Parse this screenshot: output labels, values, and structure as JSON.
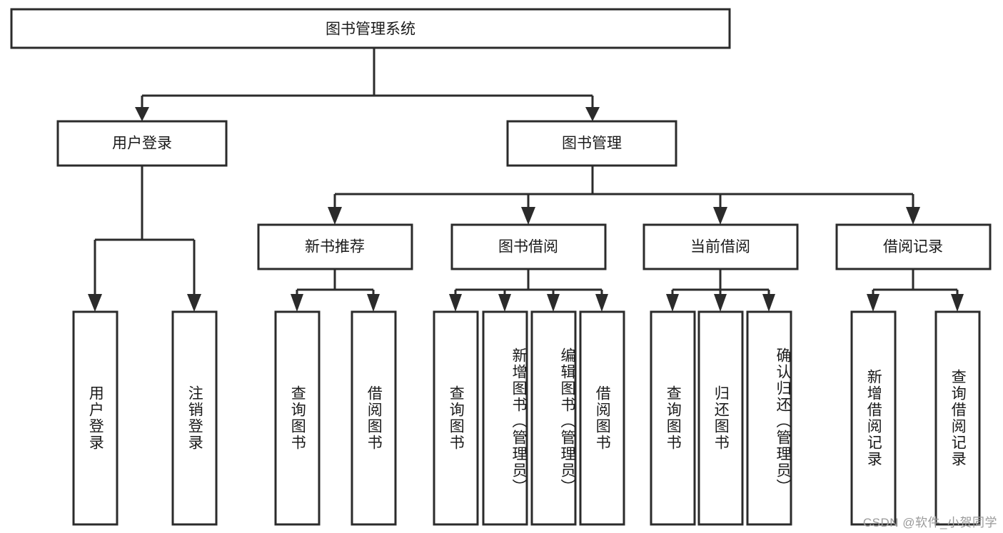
{
  "diagram": {
    "title": "图书管理系统",
    "type": "tree",
    "orientation": "top-down",
    "watermark": "CSDN @软件_小贺同学",
    "colors": {
      "box_fill": "#ffffff",
      "box_stroke": "#2b2b2b",
      "text": "#1a1a1a",
      "watermark": "#9a9a9a",
      "background": "#ffffff"
    },
    "root": {
      "label": "图书管理系统"
    },
    "level2": [
      {
        "id": "user-login",
        "label": "用户登录"
      },
      {
        "id": "book-manage",
        "label": "图书管理"
      }
    ],
    "level3": [
      {
        "id": "new-book-recommend",
        "label": "新书推荐",
        "parent": "book-manage"
      },
      {
        "id": "book-borrow",
        "label": "图书借阅",
        "parent": "book-manage"
      },
      {
        "id": "current-borrow",
        "label": "当前借阅",
        "parent": "book-manage"
      },
      {
        "id": "borrow-record",
        "label": "借阅记录",
        "parent": "book-manage"
      }
    ],
    "leaves": {
      "user-login": [
        {
          "id": "leaf-user-login",
          "label": "用户登录"
        },
        {
          "id": "leaf-user-logout",
          "label": "注销登录"
        }
      ],
      "new-book-recommend": [
        {
          "id": "leaf-query-book-1",
          "label": "查询图书"
        },
        {
          "id": "leaf-borrow-book-1",
          "label": "借阅图书"
        }
      ],
      "book-borrow": [
        {
          "id": "leaf-query-book-2",
          "label": "查询图书"
        },
        {
          "id": "leaf-add-book-admin",
          "label": "新增图书（管理员）"
        },
        {
          "id": "leaf-edit-book-admin",
          "label": "编辑图书（管理员）"
        },
        {
          "id": "leaf-borrow-book-2",
          "label": "借阅图书"
        }
      ],
      "current-borrow": [
        {
          "id": "leaf-query-book-3",
          "label": "查询图书"
        },
        {
          "id": "leaf-return-book",
          "label": "归还图书"
        },
        {
          "id": "leaf-confirm-return-admin",
          "label": "确认归还（管理员）"
        }
      ],
      "borrow-record": [
        {
          "id": "leaf-add-borrow-record",
          "label": "新增借阅记录"
        },
        {
          "id": "leaf-query-borrow-record",
          "label": "查询借阅记录"
        }
      ]
    }
  }
}
